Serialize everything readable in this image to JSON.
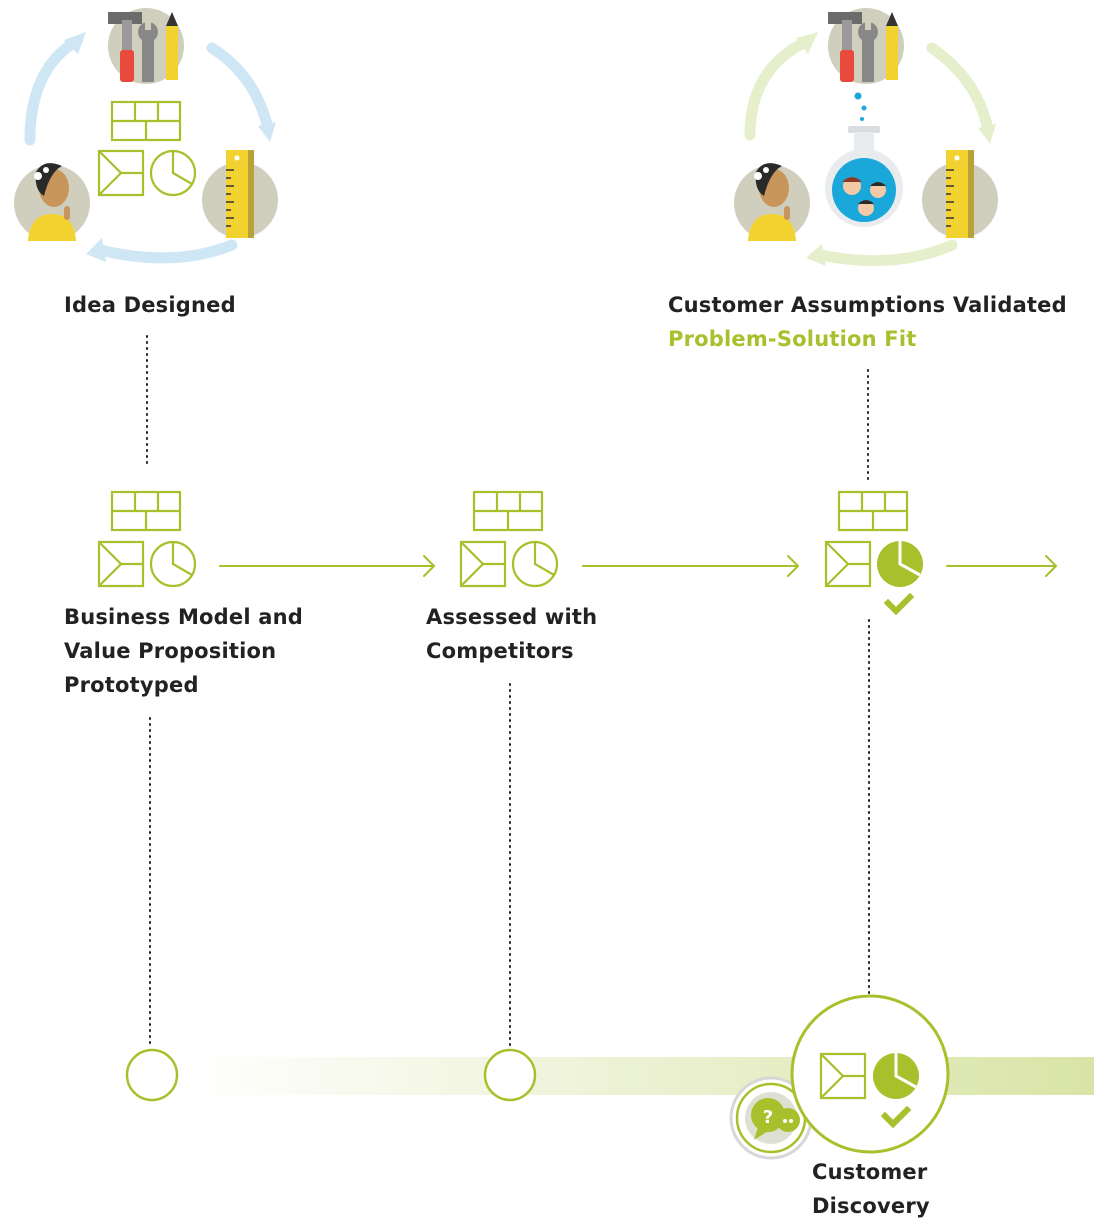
{
  "colors": {
    "accent": "#a7c02b",
    "text": "#222222",
    "cycle_blue": "#cfe6f5",
    "cycle_green": "#e6efcc",
    "icon_bg": "#d0cebd",
    "pencil": "#f2d22e",
    "skin": "#c8965a",
    "flask_blue": "#1aa7d9"
  },
  "icons": {
    "tools": "hammer-wrench-pencil-icon",
    "person": "thinking-person-icon",
    "ruler": "ruler-icon",
    "canvas": "business-model-canvas-icon",
    "flask": "flask-icon",
    "check": "check-icon",
    "chat": "chat-question-icon"
  },
  "stages": {
    "idea_designed": {
      "title": "Idea Designed"
    },
    "assumptions_validated": {
      "title": "Customer Assumptions Validated",
      "subtitle": "Problem-Solution Fit"
    },
    "bm_prototyped": {
      "lines": [
        "Business Model and",
        "Value Proposition",
        "Prototyped"
      ]
    },
    "assessed": {
      "lines": [
        "Assessed with",
        "Competitors"
      ]
    },
    "customer_discovery": {
      "lines": [
        "Customer",
        "Discovery"
      ],
      "badge": "?"
    }
  }
}
